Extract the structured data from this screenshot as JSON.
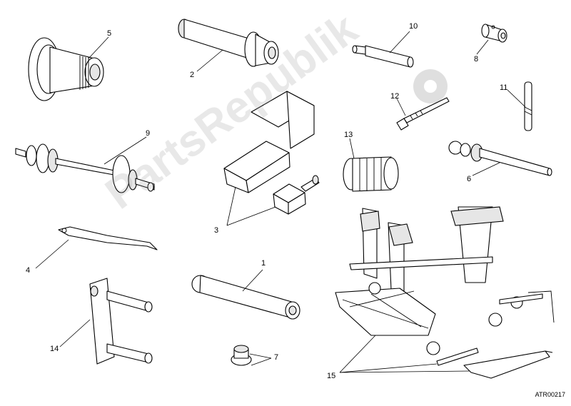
{
  "diagram": {
    "watermark_text": "PartsRepublik",
    "drawing_code": "ATR00217",
    "callouts": [
      {
        "id": "c1",
        "label": "1"
      },
      {
        "id": "c2",
        "label": "2"
      },
      {
        "id": "c3",
        "label": "3"
      },
      {
        "id": "c4",
        "label": "4"
      },
      {
        "id": "c5",
        "label": "5"
      },
      {
        "id": "c6",
        "label": "6"
      },
      {
        "id": "c7",
        "label": "7"
      },
      {
        "id": "c8",
        "label": "8"
      },
      {
        "id": "c9",
        "label": "9"
      },
      {
        "id": "c10",
        "label": "10"
      },
      {
        "id": "c11",
        "label": "11"
      },
      {
        "id": "c12",
        "label": "12"
      },
      {
        "id": "c13",
        "label": "13"
      },
      {
        "id": "c14",
        "label": "14"
      },
      {
        "id": "c15",
        "label": "15"
      }
    ]
  }
}
